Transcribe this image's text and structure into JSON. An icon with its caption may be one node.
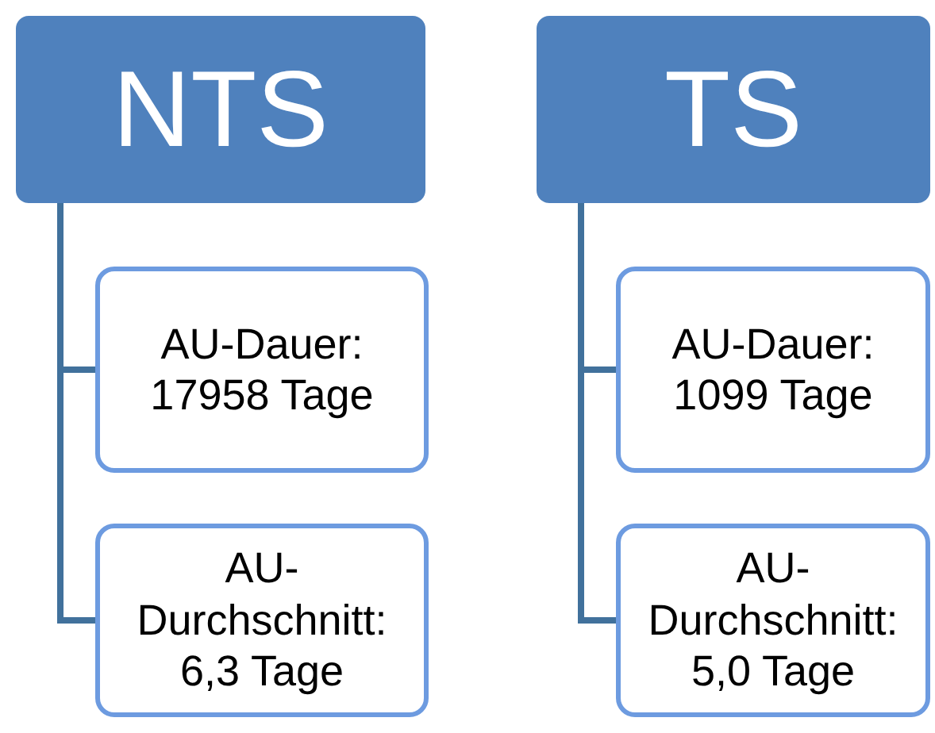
{
  "diagram": {
    "nodes": [
      {
        "text": [
          "NTS"
        ]
      },
      {
        "text": [
          "AU-Dauer: 17958 Tage"
        ]
      },
      {
        "text": [
          "AU-Durchschnitt: 6,3 Tage"
        ]
      },
      {
        "text": [
          "TS"
        ]
      },
      {
        "text": [
          "AU-Dauer: 1099 Tage"
        ]
      },
      {
        "text": [
          "AU-Durchschnitt: 5,0 Tage"
        ]
      }
    ],
    "edges": [
      {
        "from": 0,
        "to": 1,
        "arrow": "none"
      },
      {
        "from": 0,
        "to": 2,
        "arrow": "none"
      },
      {
        "from": 3,
        "to": 4,
        "arrow": "none"
      },
      {
        "from": 3,
        "to": 5,
        "arrow": "none"
      }
    ]
  }
}
